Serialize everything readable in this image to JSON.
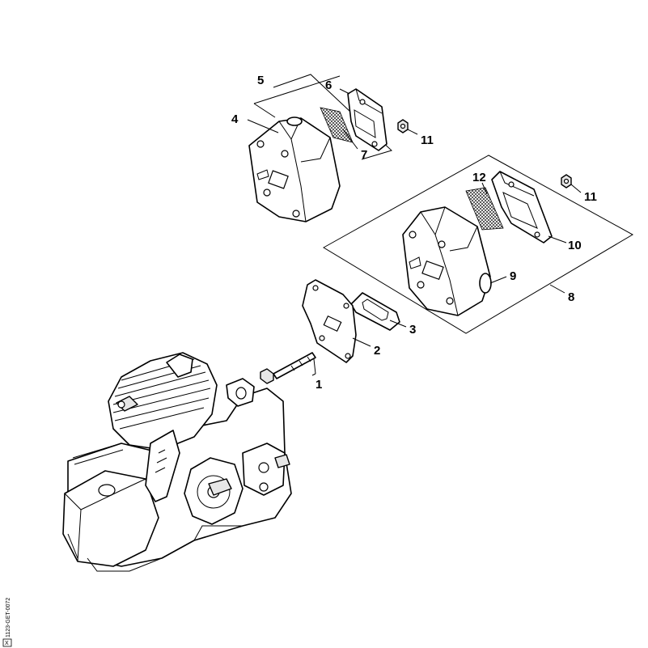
{
  "callouts": {
    "c1": "1",
    "c2": "2",
    "c3": "3",
    "c4": "4",
    "c5": "5",
    "c6": "6",
    "c7": "7",
    "c8": "8",
    "c9": "9",
    "c10": "10",
    "c11a": "11",
    "c11b": "11",
    "c12": "12"
  },
  "drawing_ref": "1123-GET-0072",
  "drawing_tag": "X"
}
